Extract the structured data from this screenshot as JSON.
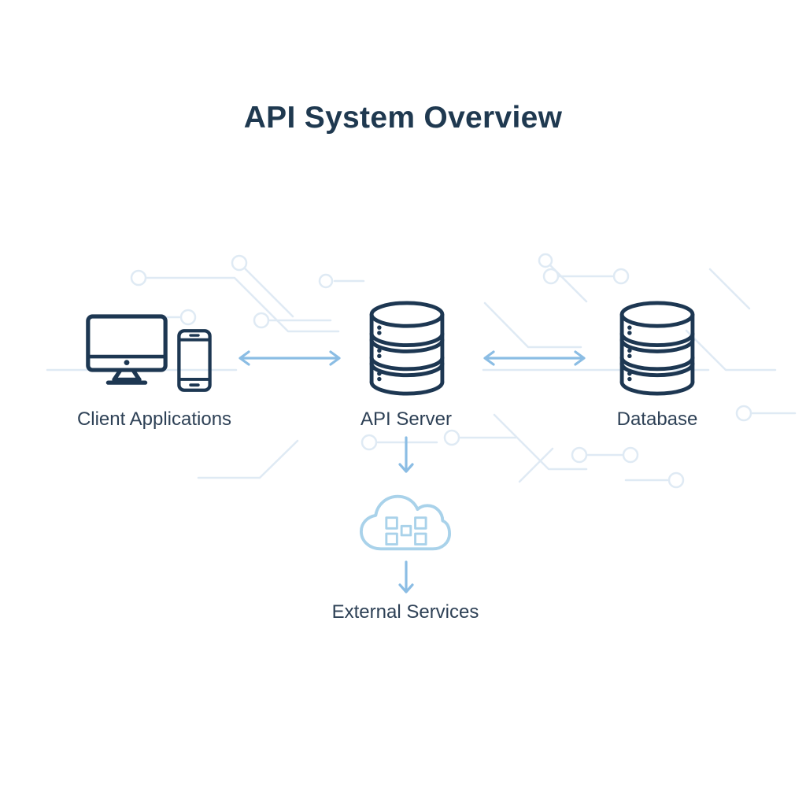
{
  "title": "API System Overview",
  "nodes": [
    {
      "id": "client-applications",
      "label": "Client Applications",
      "icon": "monitor-smartphone-icon"
    },
    {
      "id": "api-server",
      "label": "API Server",
      "icon": "server-stack-icon"
    },
    {
      "id": "database",
      "label": "Database",
      "icon": "database-icon"
    },
    {
      "id": "external-services",
      "label": "External Services",
      "icon": "cloud-services-icon"
    }
  ],
  "connections": [
    {
      "from": "Client Applications",
      "to": "API Server",
      "style": "bidirectional-arrow"
    },
    {
      "from": "API Server",
      "to": "Database",
      "style": "bidirectional-arrow"
    },
    {
      "from": "API Server",
      "to": "External Services",
      "style": "down-arrow"
    },
    {
      "from": "External Services cloud",
      "to": "External Services label",
      "style": "down-arrow"
    }
  ],
  "colors": {
    "title": "#1f3950",
    "label": "#2e4156",
    "icon_stroke": "#1d3752",
    "arrow": "#8bbde4",
    "cloud": "#a9d2ea",
    "circuit": "#dfeaf4",
    "background": "#ffffff"
  }
}
